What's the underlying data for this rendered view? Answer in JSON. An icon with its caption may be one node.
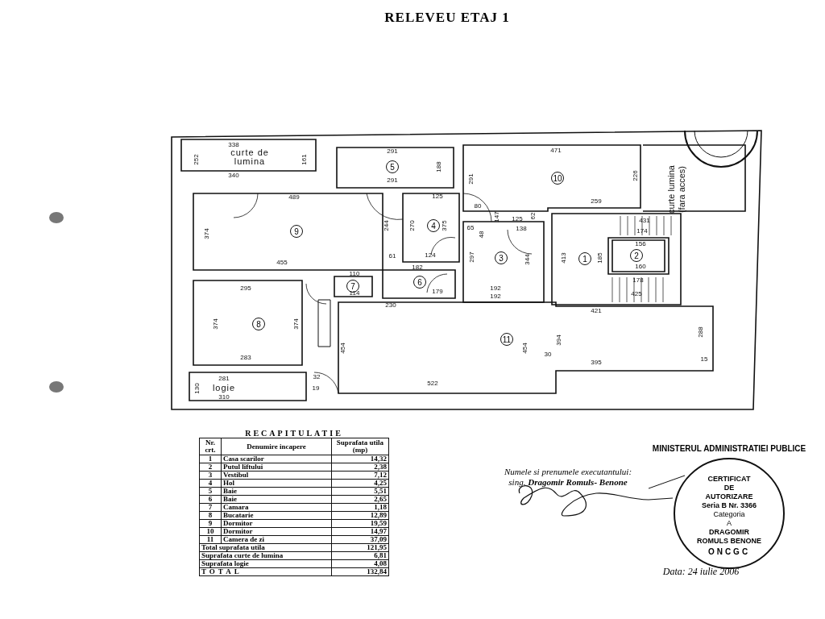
{
  "diagram": {
    "title": "RELEVEU ETAJ 1",
    "nodes": [
      {
        "text": [
          "1"
        ]
      },
      {
        "text": [
          "2"
        ]
      },
      {
        "text": [
          "3"
        ]
      },
      {
        "text": [
          "4"
        ]
      },
      {
        "text": [
          "5"
        ]
      },
      {
        "text": [
          "6"
        ]
      },
      {
        "text": [
          "7"
        ]
      },
      {
        "text": [
          "8"
        ]
      },
      {
        "text": [
          "9"
        ]
      },
      {
        "text": [
          "10"
        ]
      },
      {
        "text": [
          "11"
        ]
      }
    ],
    "labels": [
      "338",
      "curte de lumina",
      "340",
      "252",
      "161",
      "291",
      "291",
      "188",
      "489",
      "125",
      "374",
      "455",
      "244",
      "270",
      "375",
      "61",
      "124",
      "182",
      "80",
      "48",
      "65",
      "471",
      "291",
      "226",
      "259",
      "147",
      "125",
      "62",
      "138",
      "297",
      "344",
      "431",
      "174",
      "156",
      "160",
      "178",
      "425",
      "413",
      "185",
      "192",
      "192",
      "295",
      "374",
      "374",
      "283",
      "110",
      "114",
      "179",
      "230",
      "454",
      "522",
      "454",
      "30",
      "421",
      "394",
      "288",
      "395",
      "15",
      "281",
      "logie",
      "310",
      "130",
      "32",
      "19",
      "curte lumina (fara acces)",
      "RECAPITULATIE",
      "Nr. crt.",
      "Denumire incapere",
      "Suprafata utila (mp)",
      "1",
      "Casa scarilor",
      "14,32",
      "2",
      "Putul liftului",
      "2,38",
      "3",
      "Vestibul",
      "7,12",
      "4",
      "Hol",
      "4,25",
      "5",
      "Baie",
      "5,51",
      "6",
      "Baie",
      "2,65",
      "7",
      "Camara",
      "1,18",
      "8",
      "Bucatarie",
      "12,89",
      "9",
      "Dormitor",
      "19,59",
      "10",
      "Dormitor",
      "14,97",
      "11",
      "Camera de zi",
      "37,09",
      "Total suprafata utila",
      "121,95",
      "Suprafata curte de lumina",
      "6,81",
      "Suprafata logie",
      "4,08",
      "TOTAL",
      "132,84",
      "Numele si prenumele executantului:",
      "sing. **Dragomir Romuls- Benone**",
      "MINISTERUL ADMINISTRATIEI PUBLICE",
      "CERTIFICAT",
      "DE",
      "AUTORIZARE",
      "Seria B Nr. 3366",
      "Categoria",
      "A",
      "DRAGOMIR",
      "ROMULS BENONE",
      "ONCGC",
      "Data: 24 iulie 2006"
    ]
  }
}
